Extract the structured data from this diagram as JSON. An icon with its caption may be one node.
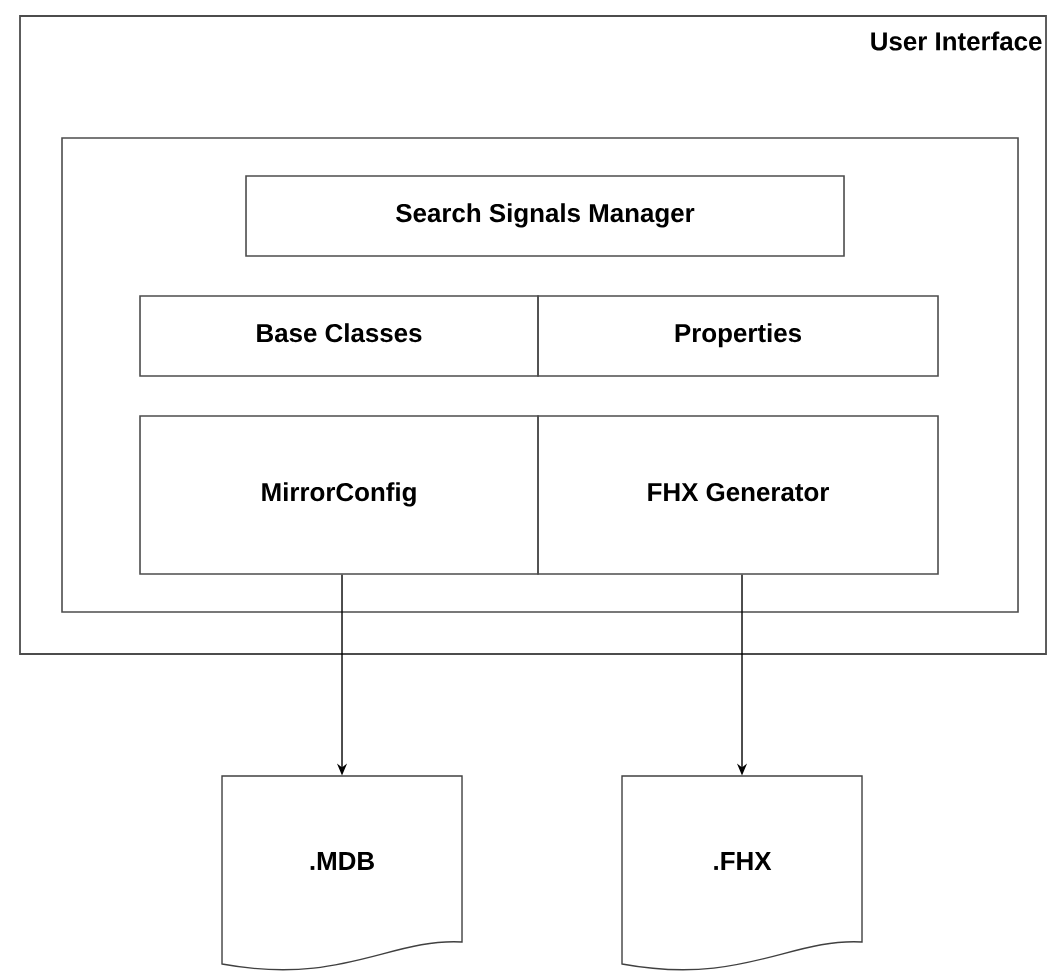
{
  "diagram": {
    "nodes": [
      {
        "text": [
          "User Interface"
        ]
      },
      {
        "text": [],
        "shape": "box",
        "in": 0
      },
      {
        "text": [
          "Search Signals Manager"
        ],
        "in": 1
      },
      {
        "text": [
          "Base Classes"
        ],
        "in": 1
      },
      {
        "text": [
          "Properties"
        ],
        "in": 1
      },
      {
        "text": [
          "MirrorConfig"
        ],
        "in": 1
      },
      {
        "text": [
          "FHX Generator"
        ],
        "in": 1
      },
      {
        "text": [
          ".MDB"
        ]
      },
      {
        "text": [
          ".FHX"
        ]
      }
    ],
    "edges": [
      {
        "from": 5,
        "to": 7,
        "arrow": "to"
      },
      {
        "from": 6,
        "to": 8,
        "arrow": "to"
      }
    ]
  }
}
